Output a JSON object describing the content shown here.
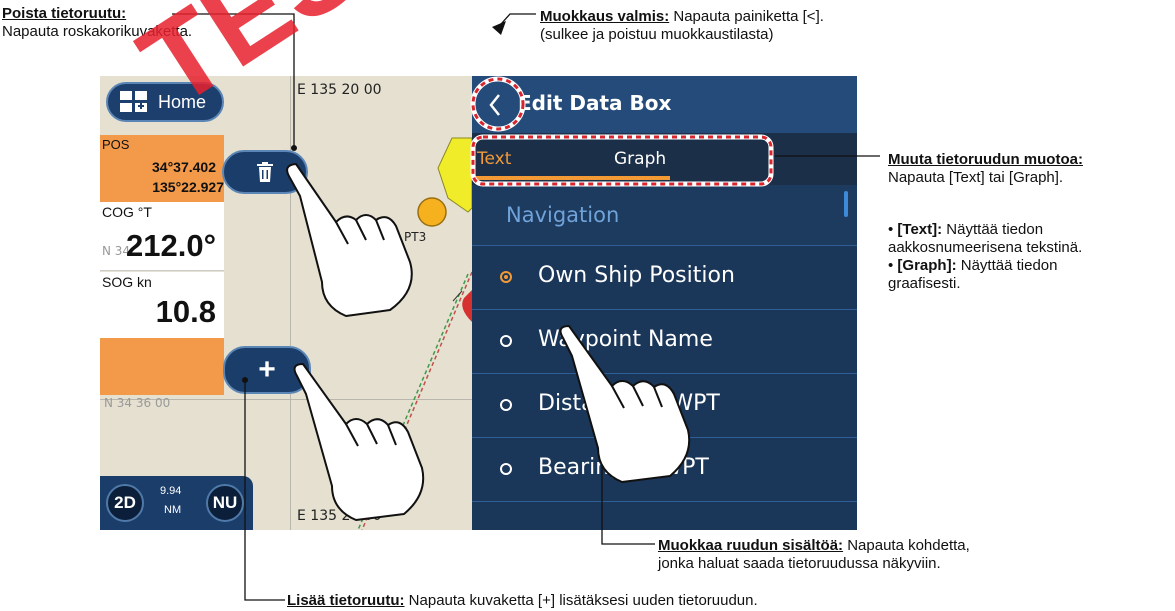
{
  "callouts": {
    "delete": {
      "title": "Poista tietoruutu:",
      "text": "Napauta roskakorikuvaketta."
    },
    "done": {
      "title": "Muokkaus valmis:",
      "text": " Napauta painiketta [<].",
      "text2": "(sulkee ja poistuu muokkaustilasta)"
    },
    "format": {
      "title": "Muuta tietoruudun muotoa:",
      "text": "Napauta [Text] tai [Graph].",
      "b1_label": "[Text]:",
      "b1_text": " Näyttää tiedon",
      "b1_text2": "aakkosnumeerisena tekstinä.",
      "b2_label": "[Graph]:",
      "b2_text": " Näyttää tiedon",
      "b2_text2": "graafisesti."
    },
    "edit": {
      "title": "Muokkaa ruudun sisältöä:",
      "text": " Napauta kohdetta,",
      "text2": "jonka haluat saada tietoruudussa näkyviin."
    },
    "add": {
      "title": "Lisää tietoruutu:",
      "text": " Napauta kuvaketta [+] lisätäksesi uuden tietoruudun."
    }
  },
  "chart": {
    "coord_top": "E 135 20 00",
    "coord_bottom": "E 135 20 00",
    "lat_mark": "N 34 36 00",
    "lat_mark_partial": "N 34",
    "waypoint_label": "PT3"
  },
  "home": {
    "label": "Home"
  },
  "databoxes": [
    {
      "title": "POS",
      "line1": "34°37.402",
      "line2": "135°22.927"
    },
    {
      "title": "COG °T",
      "value": "212.0°"
    },
    {
      "title": "SOG kn",
      "value": "10.8"
    }
  ],
  "bottom_bar": {
    "mode": "2D",
    "range_value": "9.94",
    "range_unit": "NM",
    "orientation": "NU"
  },
  "panel": {
    "title": "Edit Data Box",
    "tabs": [
      {
        "label": "Text",
        "active": true
      },
      {
        "label": "Graph",
        "active": false
      }
    ],
    "section": "Navigation",
    "items": [
      {
        "label": "Own Ship Position",
        "selected": true
      },
      {
        "label": "Waypoint Name",
        "selected": false
      },
      {
        "label": "Distance To WPT",
        "selected": false
      },
      {
        "label": "Bearing To WPT",
        "selected": false
      }
    ]
  },
  "colors": {
    "panel_bg": "#1a3659",
    "accent_orange": "#f39a35",
    "section_blue": "#6fa3d9",
    "callout_red": "#d9262e",
    "watermark": "#e8212e"
  },
  "icons": [
    "app-grid-icon",
    "trash-icon",
    "plus-icon",
    "back-chevron-icon",
    "radio-selected-icon",
    "radio-unselected-icon",
    "pointing-hand-icon"
  ],
  "watermark": "TEST"
}
